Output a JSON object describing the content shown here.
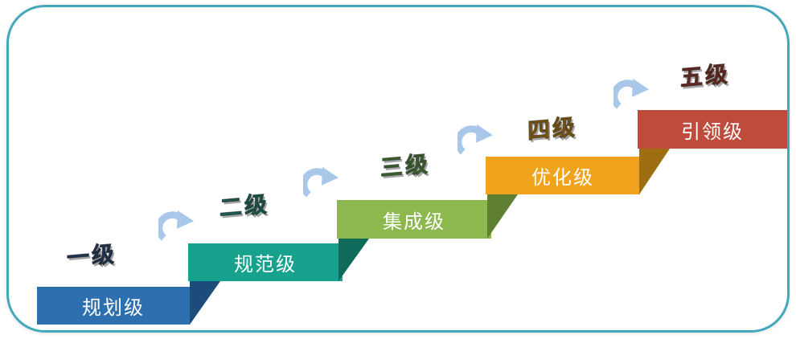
{
  "frame": {
    "border_color": "#44A8BD",
    "background": "#ffffff"
  },
  "arrow": {
    "color": "#A9C7E8"
  },
  "steps": [
    {
      "level": "一级",
      "name": "规划级",
      "bar_color": "#2E6FB0",
      "fold_color": "#1E4C7A",
      "level_color": "#23508F"
    },
    {
      "level": "二级",
      "name": "规范级",
      "bar_color": "#17A28D",
      "fold_color": "#0E6B5B",
      "level_color": "#18A38D"
    },
    {
      "level": "三级",
      "name": "集成级",
      "bar_color": "#8CB84E",
      "fold_color": "#5F7F33",
      "level_color": "#67BE46"
    },
    {
      "level": "四级",
      "name": "优化级",
      "bar_color": "#F0A41D",
      "fold_color": "#9D6F10",
      "level_color": "#F5A402"
    },
    {
      "level": "五级",
      "name": "引领级",
      "bar_color": "#BE4B3B",
      "fold_color": null,
      "level_color": "#C23927"
    }
  ]
}
